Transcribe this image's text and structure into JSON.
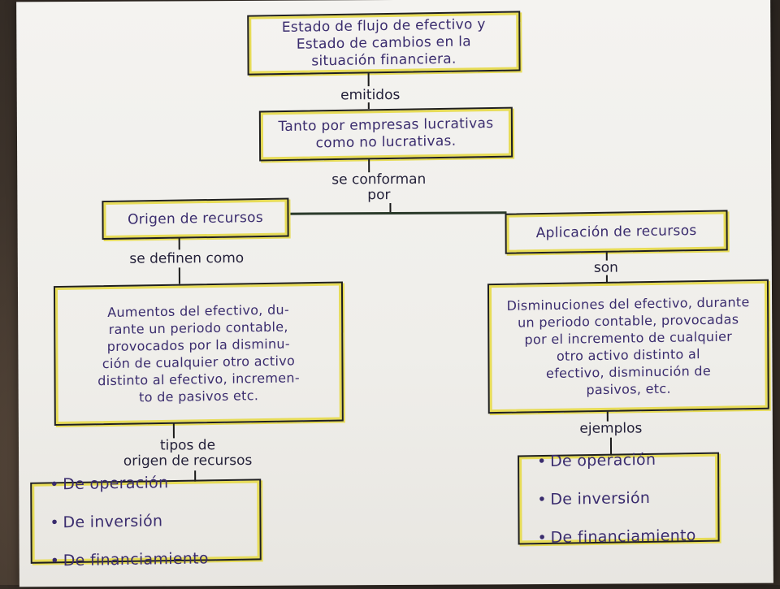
{
  "nodes": {
    "top": "Estado de flujo de efectivo y\nEstado de cambios en la\nsituación financiera.",
    "second": "Tanto por empresas lucrativas\ncomo no lucrativas.",
    "origen": "Origen de recursos",
    "aplicacion": "Aplicación de recursos",
    "origen_def": "Aumentos del efectivo, du-\nrante un periodo contable,\nprovocados por la disminu-\nción de cualquier otro activo\ndistinto al efectivo, incremen-\nto de pasivos etc.",
    "aplicacion_def": "Disminuciones del efectivo, durante\nun periodo contable, provocadas\npor el incremento de cualquier\notro activo distinto al\nefectivo, disminución de\npasivos, etc."
  },
  "connectors": {
    "emitidos": "emitidos",
    "se_conforman": "se conforman\npor",
    "se_definen": "se definen como",
    "son": "son",
    "tipos": "tipos de\norigen de recursos",
    "ejemplos": "ejemplos"
  },
  "bullet_glyph": "•",
  "origen_tipos": [
    "De operación",
    "De inversión",
    "De financiamiento"
  ],
  "aplicacion_ejemplos": [
    "De operación",
    "De inversión",
    "De financiamiento"
  ],
  "colors": {
    "ink": "#3a2c6e",
    "highlight": "#e7dc57",
    "border": "#1f1f1f"
  }
}
